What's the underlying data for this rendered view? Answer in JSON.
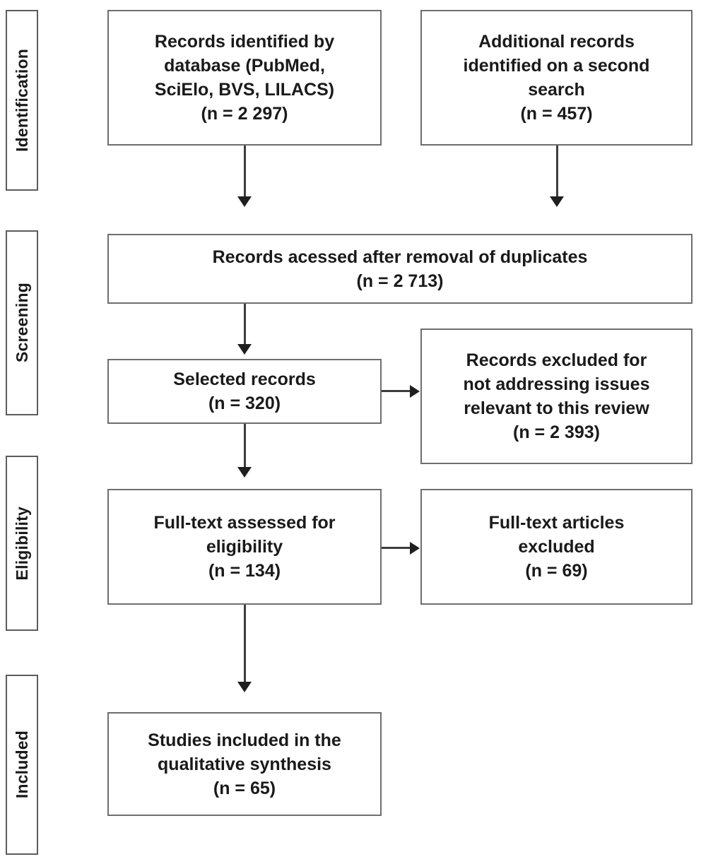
{
  "diagram": {
    "type": "prisma-flow-diagram",
    "title": "PRISMA study selection flow diagram",
    "colors": {
      "box_border": "#6e6e6e",
      "stage_border": "#5c5c5c",
      "connector": "#3d3d3d",
      "arrowhead": "#1f1f1f",
      "background": "#ffffff",
      "text": "#1a1a1a"
    }
  },
  "stages": [
    {
      "id": "identification",
      "label": "Identification"
    },
    {
      "id": "screening",
      "label": "Screening"
    },
    {
      "id": "eligibility",
      "label": "Eligibility"
    },
    {
      "id": "included",
      "label": "Included"
    }
  ],
  "nodes": {
    "records_identified": {
      "lines": [
        "Records identified by",
        "database (PubMed,",
        "SciElo, BVS, LILACS)",
        "(n = 2 297)"
      ],
      "count": 2297
    },
    "additional_records": {
      "lines": [
        "Additional records",
        "identified on a second",
        "search",
        "(n = 457)"
      ],
      "count": 457
    },
    "records_after_duplicates": {
      "lines": [
        "Records acessed after removal of duplicates",
        "(n = 2 713)"
      ],
      "count": 2713
    },
    "selected_records": {
      "lines": [
        "Selected records",
        "(n = 320)"
      ],
      "count": 320
    },
    "records_excluded": {
      "lines": [
        "Records excluded for",
        "not addressing issues",
        "relevant to this review",
        "(n = 2 393)"
      ],
      "count": 2393
    },
    "fulltext_assessed": {
      "lines": [
        "Full-text assessed for",
        "eligibility",
        "(n = 134)"
      ],
      "count": 134
    },
    "fulltext_excluded": {
      "lines": [
        "Full-text articles",
        "excluded",
        "(n = 69)"
      ],
      "count": 69
    },
    "studies_included": {
      "lines": [
        "Studies included in the",
        "qualitative synthesis",
        "(n = 65)"
      ],
      "count": 65
    }
  },
  "connectors": [
    {
      "id": "identified-to-duplicates",
      "from": "records_identified",
      "to": "records_after_duplicates",
      "direction": "down"
    },
    {
      "id": "additional-to-duplicates",
      "from": "additional_records",
      "to": "records_after_duplicates",
      "direction": "down"
    },
    {
      "id": "duplicates-to-selected",
      "from": "records_after_duplicates",
      "to": "selected_records",
      "direction": "down"
    },
    {
      "id": "selected-to-excluded",
      "from": "selected_records",
      "to": "records_excluded",
      "direction": "right"
    },
    {
      "id": "selected-to-fulltext",
      "from": "selected_records",
      "to": "fulltext_assessed",
      "direction": "down"
    },
    {
      "id": "fulltext-to-excluded",
      "from": "fulltext_assessed",
      "to": "fulltext_excluded",
      "direction": "right"
    },
    {
      "id": "fulltext-to-included",
      "from": "fulltext_assessed",
      "to": "studies_included",
      "direction": "down"
    }
  ]
}
